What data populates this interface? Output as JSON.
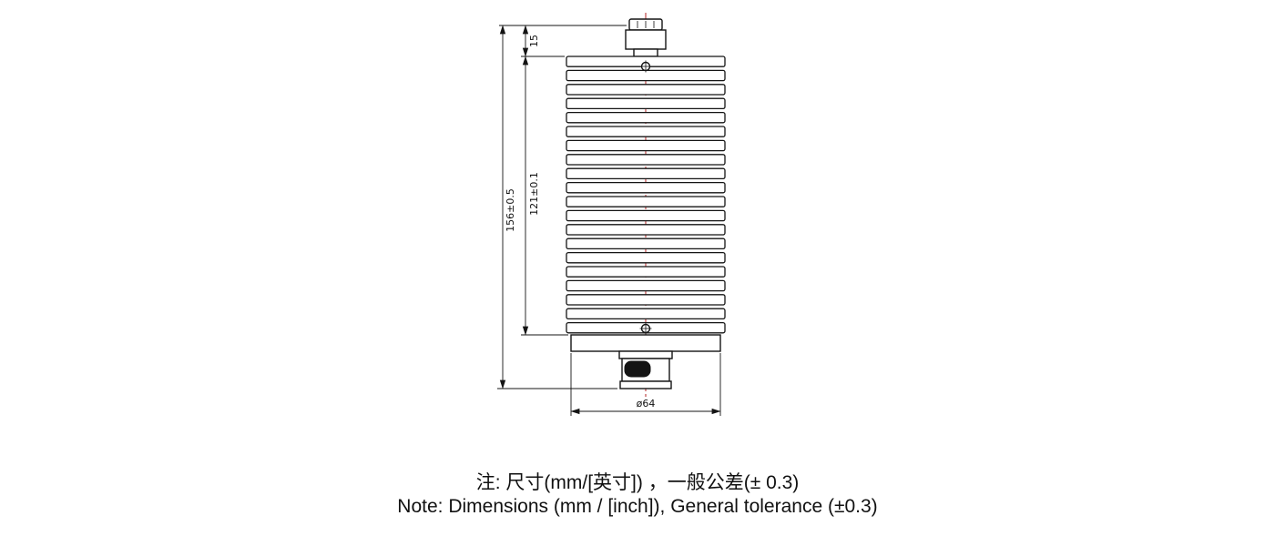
{
  "dimensions": {
    "top_section": "15",
    "fin_section": "121±0.1",
    "overall_height": "156±0.5",
    "base_diameter": "ø64"
  },
  "notes": {
    "line_cn": "注: 尺寸(mm/[英寸]) ，一般公差(± 0.3)",
    "line_en": "Note: Dimensions (mm / [inch]), General tolerance (±0.3)"
  },
  "colors": {
    "line": "#141414",
    "centerline": "#b22222"
  }
}
